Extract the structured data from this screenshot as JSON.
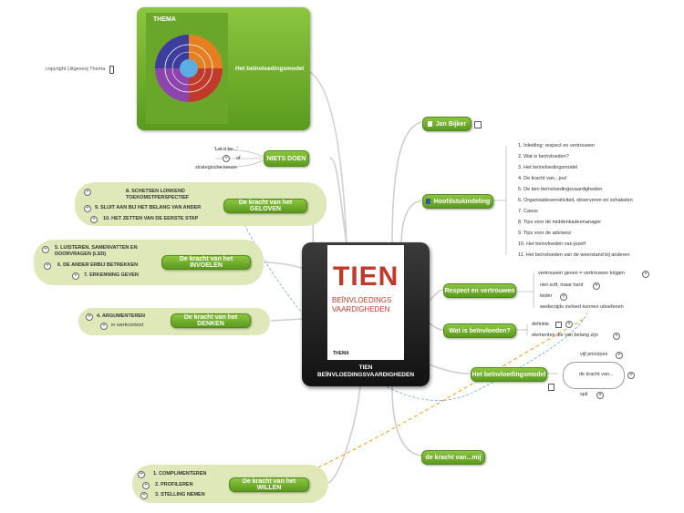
{
  "central": {
    "title_line1": "TIEN",
    "title_line2": "BEÏNVLOEDINGSVAARDIGHEDEN",
    "cover_title": "TIEN",
    "cover_subtitle_1": "BEÏNVLOEDINGS",
    "cover_subtitle_2": "VAARDIGHEDEN",
    "cover_publisher": "THEMA"
  },
  "image_node": {
    "label": "Het beïnvloedingsmodel",
    "publisher": "THEMA",
    "caption": "copyright Uitgeverij Thema"
  },
  "niets_doen": {
    "label": "NIETS DOEN",
    "items": [
      "'Let it be...'",
      "of",
      "strategische keuze"
    ]
  },
  "geloven": {
    "label": "De kracht van het GELOVEN",
    "items": [
      "8. SCHETSEN LONKEND TOEKOMSTPERSPECTIEF",
      "9. SLUIT AAN BIJ HET BELANG VAN ANDER",
      "10. HET ZETTEN VAN DE EERSTE STAP"
    ]
  },
  "invoelen": {
    "label": "De kracht van het INVOELEN",
    "items": [
      "5. LUISTEREN, SAMENVATTEN EN DOORVRAGEN (LSD)",
      "6. DE ANDER ERBIJ BETREKKEN",
      "7. ERKENNING GEVEN"
    ]
  },
  "denken": {
    "label": "De kracht van het DENKEN",
    "items": [
      "4. ARGUMENTEREN",
      "in werkcontext"
    ]
  },
  "willen": {
    "label": "De kracht van het WILLEN",
    "items": [
      "1. COMPLIMENTEREN",
      "2. PROFILEREN",
      "3. STELLING NEMEN"
    ]
  },
  "jan": {
    "label": "Jan Bijker"
  },
  "hoofdstuk": {
    "label": "Hoofdstukindeling",
    "items": [
      "1. Inleiding: respect en vertrouwen",
      "2. Wat is beïnvloeden?",
      "3. Het beïnvloedingsmodel",
      "4. De kracht van...jou!",
      "5. De tien beïnvloedingsvaardigheden",
      "6. Organisatiesensitiviteit, observeren en schakelen",
      "7. Casus",
      "8. Tips voor de middenkadermanager",
      "9. Tips voor de adviseur",
      "10. Het beïnvloeden van jezelf",
      "11. Het beïnvloeden van de weerstand bij anderen"
    ]
  },
  "respect": {
    "label": "Respect en vertrouwen",
    "items": [
      "vertrouwen geven = vertrouwen krijgen",
      "niet soft, maar hard",
      "leider",
      "wederzijds invloed kunnen uitoefenen"
    ]
  },
  "wat_is": {
    "label": "Wat is beïnvloeden?",
    "items": [
      "definitie",
      "elementen die van belang zijn"
    ]
  },
  "model": {
    "label": "Het beïnvloedingsmodel",
    "items": [
      "vijf principes",
      "de kracht van...",
      "spil"
    ]
  },
  "mij": {
    "label": "de kracht van...mij"
  },
  "colors": {
    "node_green": "#6aaa26",
    "orange_link": "#f39c12",
    "blue_link": "#6fa8dc",
    "branch_gray": "#c8c8c8"
  }
}
